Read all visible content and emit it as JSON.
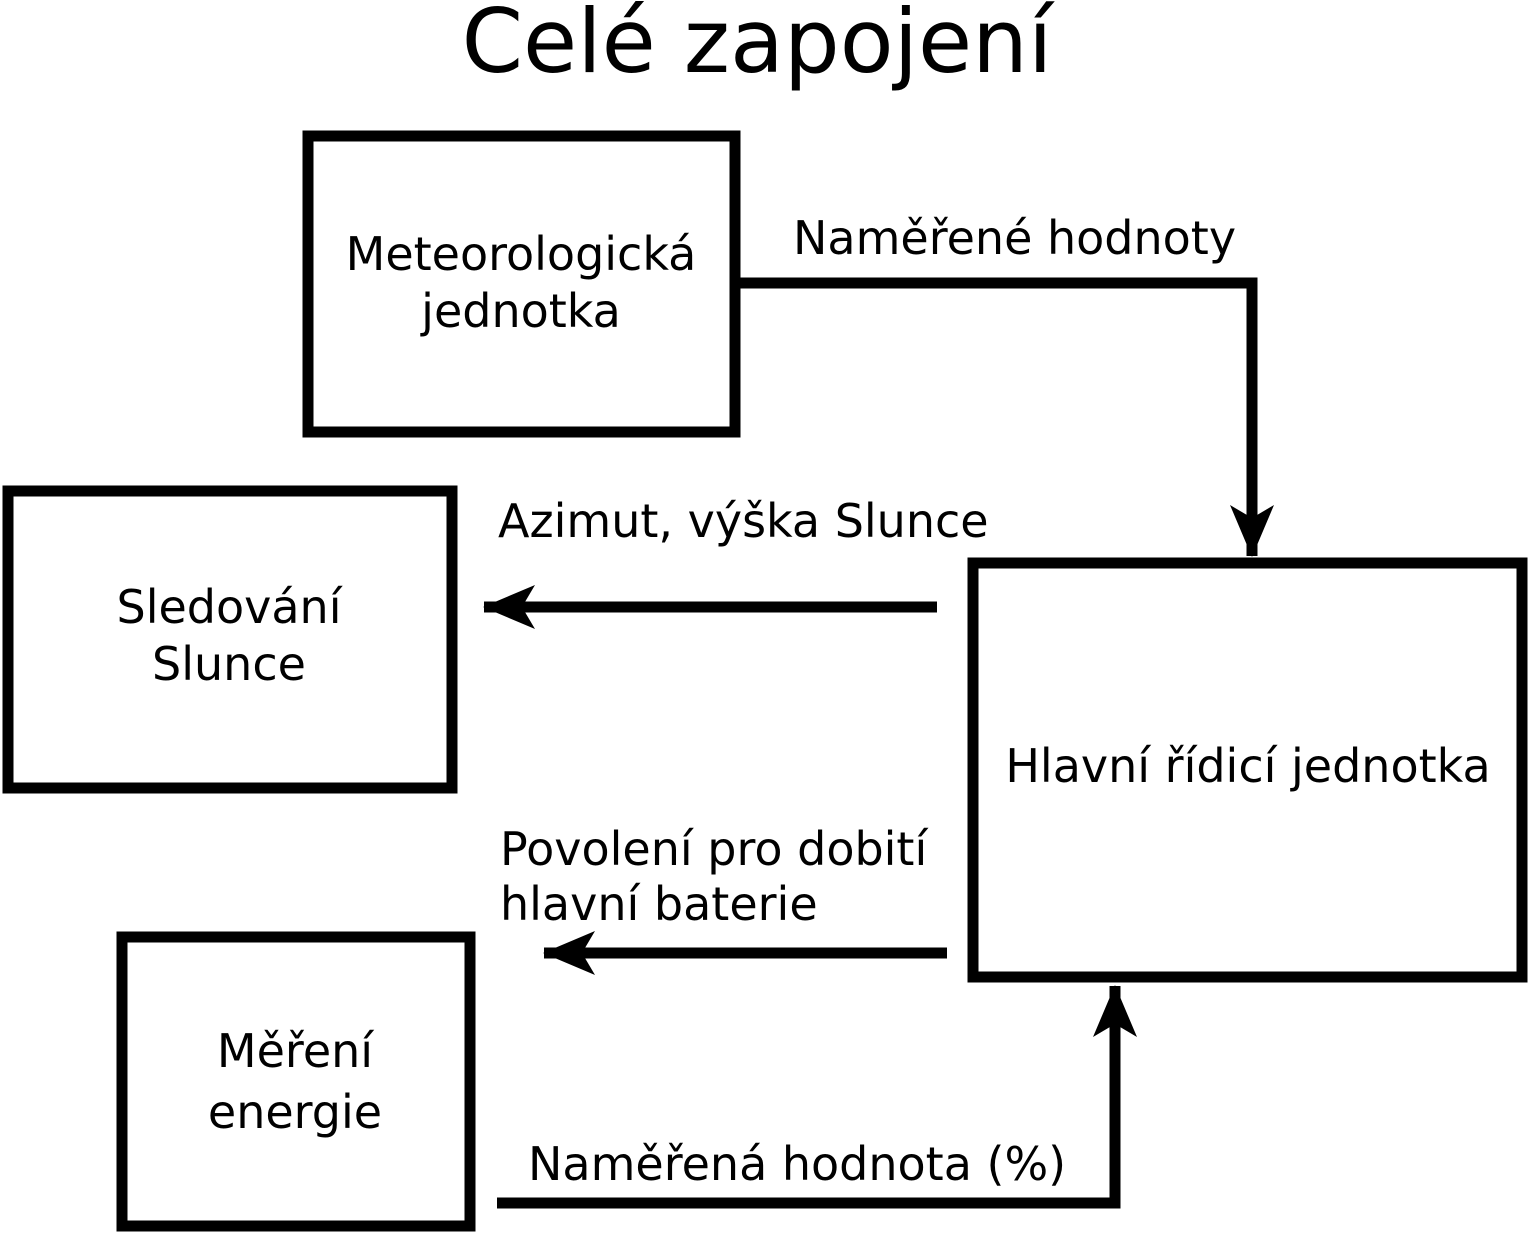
{
  "title": "Celé zapojení",
  "colors": {
    "ink": "#000000",
    "background": "#ffffff"
  },
  "nodes": {
    "meteo": {
      "line1": "Meteorologická",
      "line2": "jednotka"
    },
    "main": {
      "label": "Hlavní řídicí jednotka"
    },
    "sun": {
      "line1": "Sledování",
      "line2": "Slunce"
    },
    "energy": {
      "line1": "Měření",
      "line2": "energie"
    }
  },
  "edges": {
    "meteo_to_main": {
      "label": "Naměřené hodnoty"
    },
    "main_to_sun": {
      "label": "Azimut, výška Slunce"
    },
    "main_to_energy": {
      "line1": "Povolení pro dobití",
      "line2": "hlavní baterie"
    },
    "energy_to_main": {
      "label": "Naměřená hodnota (%)"
    }
  }
}
